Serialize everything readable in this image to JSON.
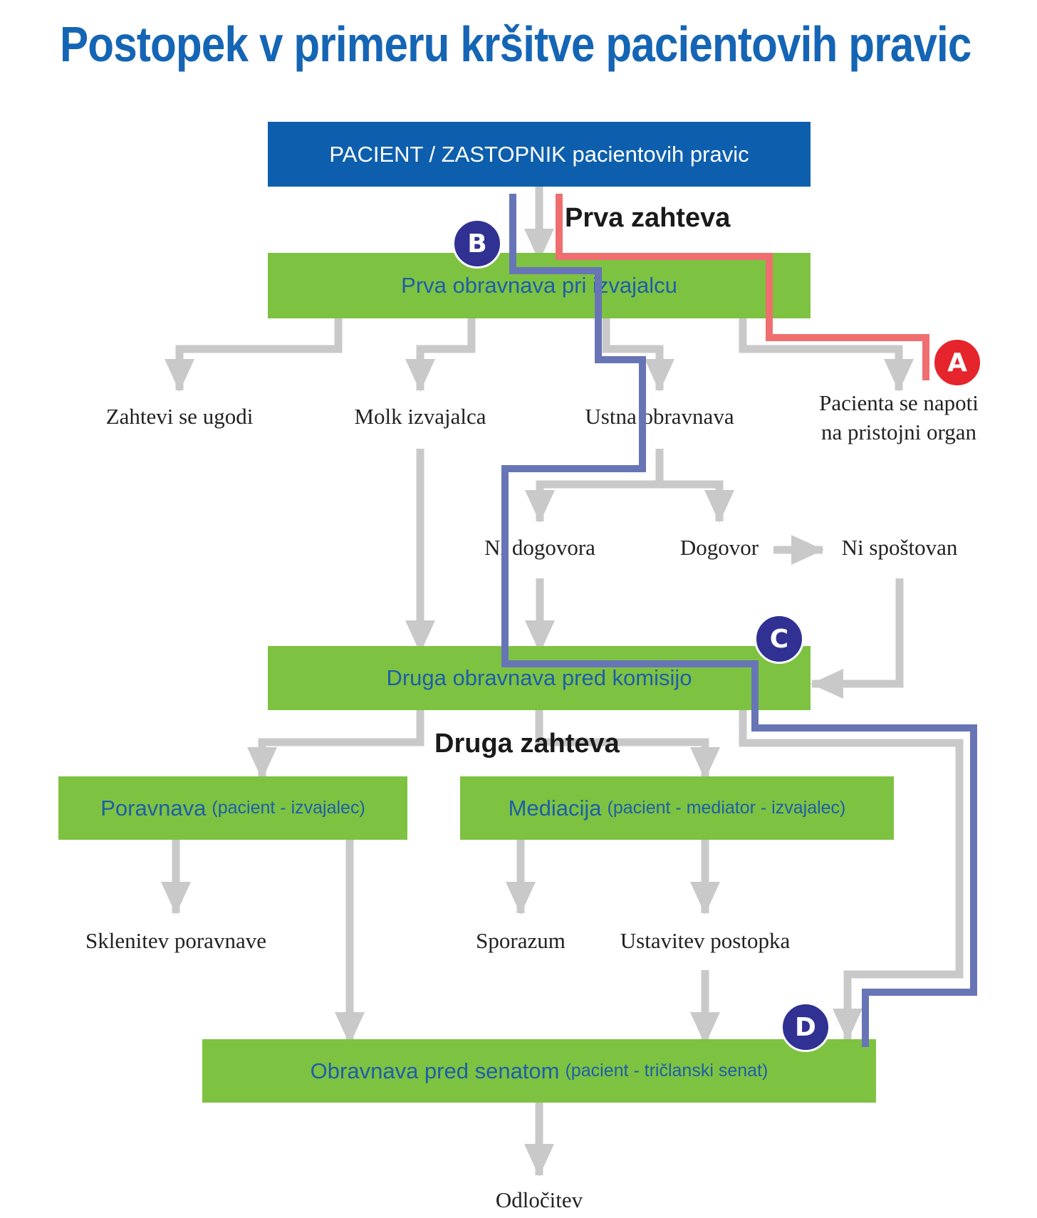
{
  "title": "Postopek v primeru kršitve pacientovih pravic",
  "boxes": {
    "patient": "PACIENT / ZASTOPNIK pacientovih pravic",
    "first_hearing": "Prva obravnava pri izvajalcu",
    "second_hearing": "Druga obravnava pred komisijo",
    "settlement": "Poravnava",
    "settlement_sub": "(pacient - izvajalec)",
    "mediation": "Mediacija",
    "mediation_sub": "(pacient - mediator - izvajalec)",
    "senate": "Obravnava pred senatom",
    "senate_sub": "(pacient - tričlanski senat)"
  },
  "headings": {
    "first_request": "Prva zahteva",
    "second_request": "Druga zahteva"
  },
  "outcomes": {
    "granted": "Zahtevi se ugodi",
    "provider_silence": "Molk izvajalca",
    "oral_hearing": "Ustna obravnava",
    "referred_line1": "Pacienta se napoti",
    "referred_line2": "na pristojni organ",
    "no_agreement": "Ni dogovora",
    "agreement": "Dogovor",
    "not_respected": "Ni spoštovan",
    "settlement_concluded": "Sklenitev poravnave",
    "accord": "Sporazum",
    "procedure_stopped": "Ustavitev postopka",
    "decision": "Odločitev"
  },
  "badges": {
    "a": "A",
    "b": "B",
    "c": "C",
    "d": "D"
  },
  "colors": {
    "title_blue": "#1565b5",
    "box_blue": "#0d5fad",
    "box_green": "#7ec242",
    "green_text": "#1c5fa8",
    "arrow_gray": "#c9c9c9",
    "path_red": "#ef6f70",
    "path_navy": "#6775b6",
    "badge_red": "#e5242b",
    "badge_navy": "#303193"
  }
}
